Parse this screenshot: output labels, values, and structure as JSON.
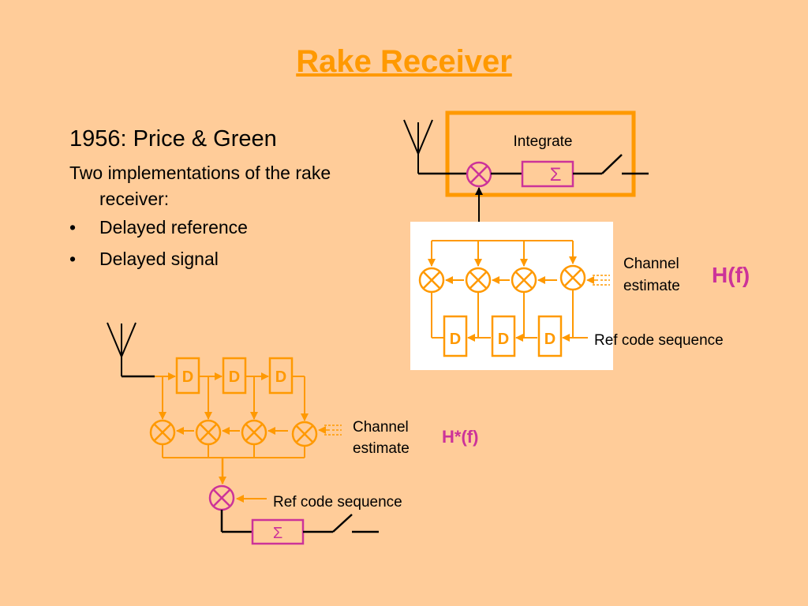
{
  "slide": {
    "title": "Rake Receiver",
    "heading": "1956: Price & Green",
    "subtext": "Two implementations of the rake receiver:",
    "bullets": [
      "Delayed reference",
      "Delayed signal"
    ],
    "bullet_glyph": "•"
  },
  "diagram_top": {
    "integrate_label": "Integrate",
    "sum_symbol": "Σ",
    "delay_labels": [
      "D",
      "D",
      "D"
    ],
    "channel_estimate_label_line1": "Channel",
    "channel_estimate_label_line2": "estimate",
    "filter_label": "H(f)",
    "ref_code_label": "Ref code sequence"
  },
  "diagram_bottom": {
    "delay_labels": [
      "D",
      "D",
      "D"
    ],
    "channel_estimate_label_line1": "Channel",
    "channel_estimate_label_line2": "estimate",
    "filter_label": "H*(f)",
    "ref_code_label": "Ref code sequence",
    "sum_symbol": "Σ"
  },
  "colors": {
    "background": "#ffcc99",
    "accent_orange": "#ff9900",
    "magenta": "#cc3399",
    "panel_white": "#ffffff",
    "line_black": "#000000"
  },
  "icons": {
    "multiplier": "multiplier-icon",
    "antenna": "antenna-icon",
    "switch": "switch-icon",
    "arrow": "arrow-icon"
  }
}
